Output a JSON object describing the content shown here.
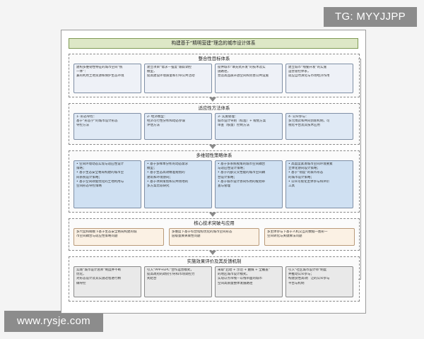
{
  "watermark_top": "TG: MYYJJPP",
  "watermark_bottom": "www.rysje.com",
  "title": "构建基于“精明营建”理念的城市设计体系",
  "sections": [
    {
      "title": "整合性目标体系",
      "boxes": [
        [
          "建构多维韧性特征的城市空间“统",
          "一体”：",
          "兼的利用土地资源和保护生态环境"
        ],
        [
          "建立项目“需求—强度”跟踪调控",
          "模型，",
          "提高建设环境质量和引导公共活动"
        ],
        [
          "提供城市“填充式开发”的技术及实",
          "施路径，",
          "营造高品质开放空间和完善公共设施"
        ],
        [
          "建立城市“线警开发”的实施",
          "运营管控体系，",
          "适应自然演化与市场经济作用"
        ]
      ]
    },
    {
      "title": "适应性方法体系",
      "boxes": [
        [
          "1- 形态导控：",
          "基于“形态学”的城市设计形态",
          "导控方法"
        ],
        [
          "2- 经济模型：",
          "经济可行性分析和动态参谋",
          "评估方法"
        ],
        [
          "3- 实施管理：",
          "城市设计导则（标准）+ 规划方案",
          "审查（核量）控制方法"
        ],
        [
          "4- 公众参与：",
          "多元博弈和共同创新机制，可",
          "视化平台及其技术应用"
        ]
      ]
    },
    {
      "title": "多维韧性策略体系",
      "boxes": [
        [
          "• 空间环境动态实现与适应性设计",
          "  策略；",
          "• 基于生态安全格局构建的城市空",
          "  间系统设计策略；",
          "• 基于空间效能优化的土地利用与",
          "  空间形态导控策略"
        ],
        [
          "• 基于多样本分析的动态需求",
          "  模型；",
          "• 基于生态高效精准规划的",
          "  建筑和环境协同；",
          "• 基于项目策划和公共场地的",
          "  多方案比较研究"
        ],
        [
          "• 基于多系统视角的城市空间耦合",
          "  与适应性设计策略；",
          "• 基于内部交叉性能的城市空间耦",
          "  合设计策略；",
          "• 基于城市设计协同作用的规划审",
          "  查与管理"
        ],
        [
          "• 高度度紧凑城市空间环境要素",
          "  立体化协同设计策略；",
          "• 基于“韧度”的城市形态",
          "  的城市设计策略；",
          "• 公众可视化主体参与和评价",
          "  工具"
        ]
      ]
    },
    {
      "title": "核心技术突破与应用",
      "boxes": [
        [
          "多尺度和规模下基于生态安全格局构建的城",
          "市空间耦合与适应性策略问题"
        ],
        [
          "多维度下基于综合指标优化的城市空间形态",
          "层级量算关联性问题"
        ],
        [
          "多主体参与下基于人机交互的数据一图形一",
          "空间转化与关键算法问题"
        ]
      ]
    },
    {
      "title": "实施效果评价及其反馈机制",
      "boxes": [
        [
          "实践“城市设计总师”制度并不断",
          "优化，",
          "对形态设计及其实施过程进行精",
          "确导控"
        ],
        [
          "引入“PPP+EPC”合作运营模式，",
          "提高政府的政府引导和市场调控力",
          "式结合"
        ],
        [
          "采取“启动 + 示范 + 触媒 + 全覆盖”",
          "的地区城市设计模式，",
          "实现以点带线—以线带面的城市",
          "空间高质量整体发展路径"
        ],
        [
          "引入“社区城市设计师”制度",
          "并推动公众参与；",
          "构建良性高效广泛的公众参与",
          "平台与机制"
        ]
      ]
    }
  ]
}
